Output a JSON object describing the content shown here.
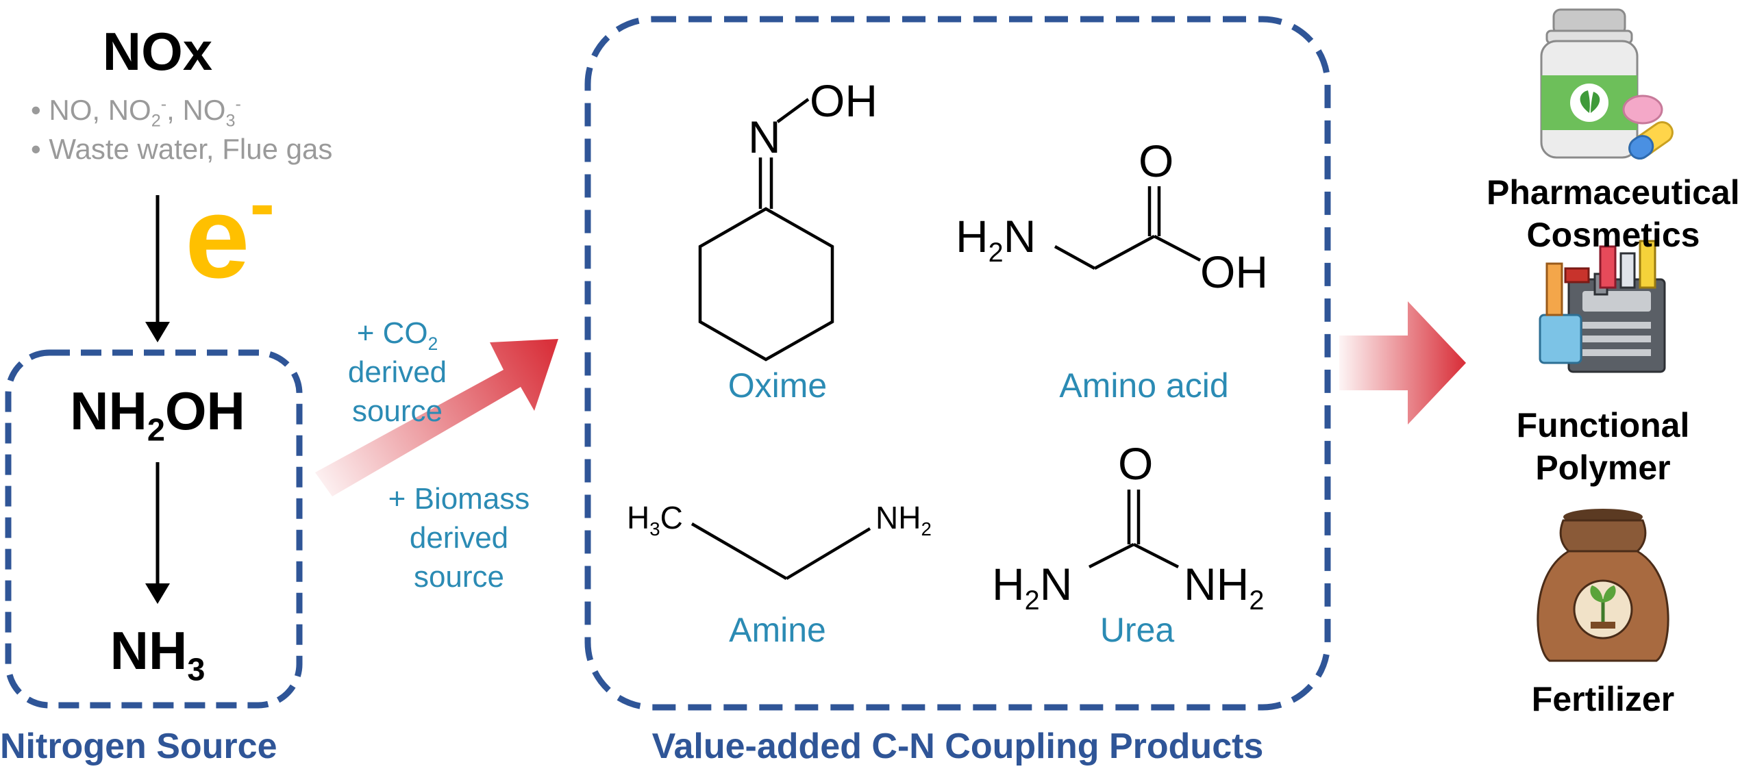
{
  "colors": {
    "accent_navy": "#2f5597",
    "label_teal": "#2b8bb4",
    "electron_gold": "#ffc000",
    "arrow_red": "#d9323c",
    "note_gray": "#9a9a9a"
  },
  "nitrogen": {
    "title": "NOx",
    "note1": "• NO, NO",
    "note1_sub": "2",
    "note1_sup": "-",
    "note1_mid": ", NO",
    "note1_sub2": "3",
    "note1_sup2": "-",
    "note2": "• Waste water, Flue gas",
    "electron": "e",
    "electron_sup": "-",
    "box_top_pre": "NH",
    "box_top_sub": "2",
    "box_top_post": "OH",
    "box_bottom_pre": "NH",
    "box_bottom_sub": "3",
    "caption": "Nitrogen Source"
  },
  "sources": {
    "co2_1_pre": "+ CO",
    "co2_1_sub": "2",
    "co2_2": "derived",
    "co2_3": "source",
    "bio_1": "+ Biomass",
    "bio_2": "derived",
    "bio_3": "source"
  },
  "products": {
    "caption": "Value-added C-N Coupling Products",
    "oxime": {
      "label": "Oxime",
      "atom_n": "N",
      "atom_oh": "OH"
    },
    "amino_acid": {
      "label": "Amino acid",
      "atom_h2n": "H",
      "atom_h2n_sub": "2",
      "atom_h2n_n": "N",
      "atom_o": "O",
      "atom_oh": "OH"
    },
    "amine": {
      "label": "Amine",
      "atom_h3c": "H",
      "atom_h3c_sub": "3",
      "atom_h3c_c": "C",
      "atom_nh2": "NH",
      "atom_nh2_sub": "2"
    },
    "urea": {
      "label": "Urea",
      "atom_o": "O",
      "atom_h2n": "H",
      "atom_h2n_sub": "2",
      "atom_h2n_n": "N",
      "atom_nh2": "NH",
      "atom_nh2_sub": "2"
    }
  },
  "applications": {
    "pharma_1": "Pharmaceutical/",
    "pharma_2": "Cosmetics",
    "polymer_1": "Functional",
    "polymer_2": "Polymer",
    "fertilizer": "Fertilizer",
    "icons": [
      "pill-bottle-icon",
      "factory-icon",
      "fertilizer-bag-icon"
    ]
  }
}
